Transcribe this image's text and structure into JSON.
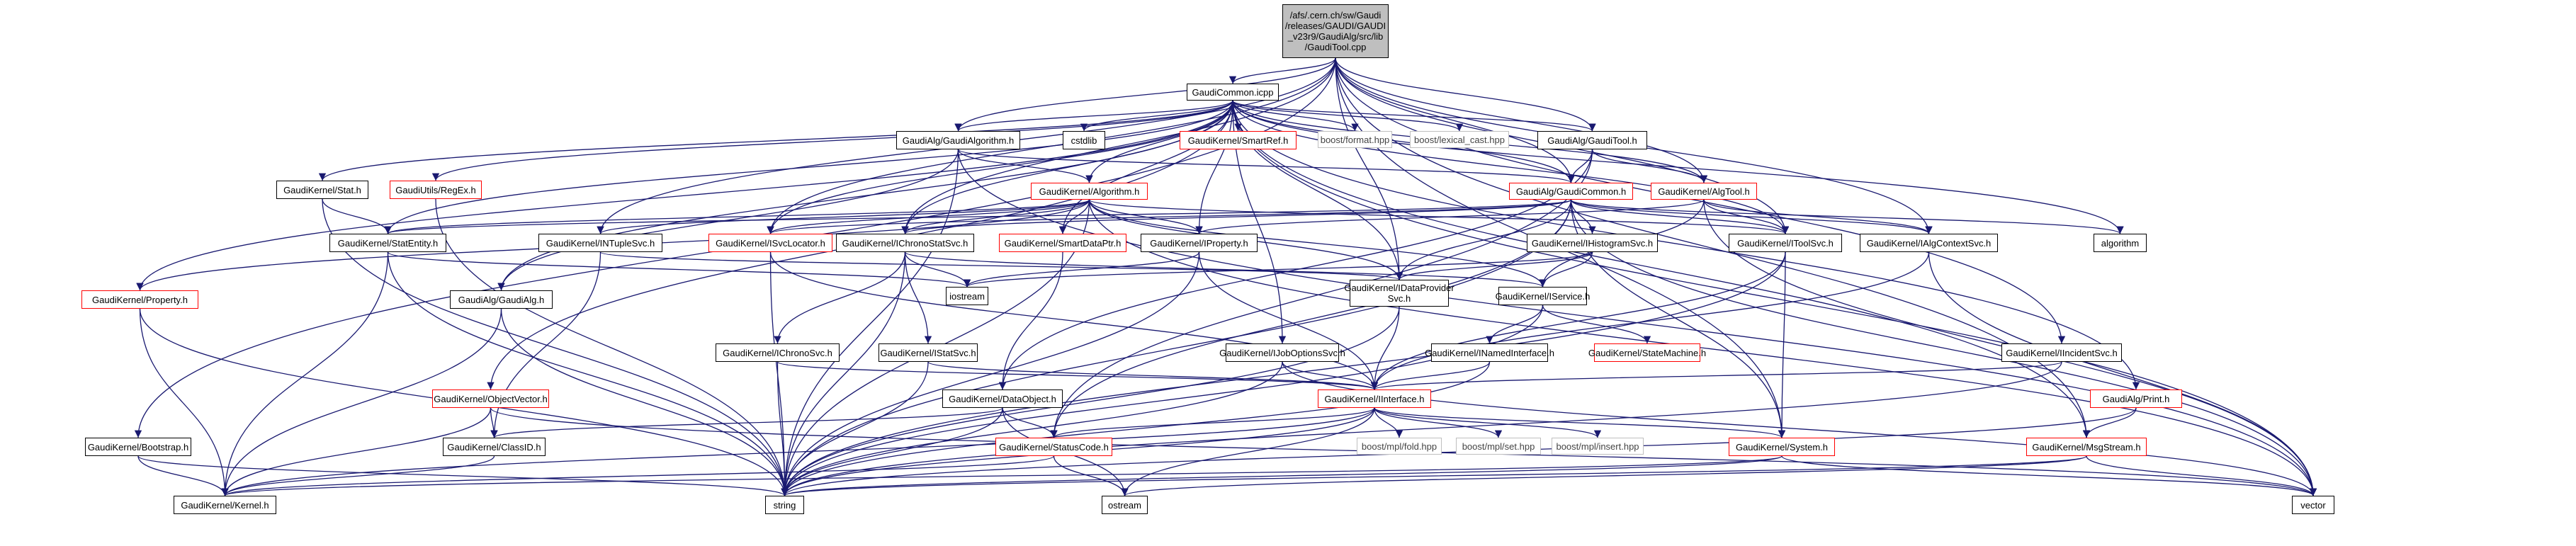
{
  "title": "GaudiTool.cpp include dependency graph",
  "edge_color": "#191970",
  "nodes": [
    {
      "id": "root",
      "label": "/afs/.cern.ch/sw/Gaudi\n/releases/GAUDI/GAUDI\n_v23r9/GaudiAlg/src/lib\n/GaudiTool.cpp",
      "style": "root"
    },
    {
      "id": "gcommon_icpp",
      "label": "GaudiCommon.icpp",
      "style": "black"
    },
    {
      "id": "galgorithm_h",
      "label": "GaudiAlg/GaudiAlgorithm.h",
      "style": "black"
    },
    {
      "id": "cstdlib",
      "label": "cstdlib",
      "style": "black"
    },
    {
      "id": "smartref",
      "label": "GaudiKernel/SmartRef.h",
      "style": "red"
    },
    {
      "id": "boost_format",
      "label": "boost/format.hpp",
      "style": "grey"
    },
    {
      "id": "boost_lexical",
      "label": "boost/lexical_cast.hpp",
      "style": "grey"
    },
    {
      "id": "gtool_h",
      "label": "GaudiAlg/GaudiTool.h",
      "style": "black"
    },
    {
      "id": "stat_h",
      "label": "GaudiKernel/Stat.h",
      "style": "black"
    },
    {
      "id": "regex_h",
      "label": "GaudiUtils/RegEx.h",
      "style": "red"
    },
    {
      "id": "algorithm_h",
      "label": "GaudiKernel/Algorithm.h",
      "style": "red"
    },
    {
      "id": "gaudicommon_h",
      "label": "GaudiAlg/GaudiCommon.h",
      "style": "red"
    },
    {
      "id": "algtool_h",
      "label": "GaudiKernel/AlgTool.h",
      "style": "red"
    },
    {
      "id": "statentity",
      "label": "GaudiKernel/StatEntity.h",
      "style": "black"
    },
    {
      "id": "intuplesvc",
      "label": "GaudiKernel/INTupleSvc.h",
      "style": "black"
    },
    {
      "id": "isvclocator",
      "label": "GaudiKernel/ISvcLocator.h",
      "style": "red"
    },
    {
      "id": "ichronostat",
      "label": "GaudiKernel/IChronoStatSvc.h",
      "style": "black"
    },
    {
      "id": "smartdataptr",
      "label": "GaudiKernel/SmartDataPtr.h",
      "style": "red"
    },
    {
      "id": "iproperty",
      "label": "GaudiKernel/IProperty.h",
      "style": "black"
    },
    {
      "id": "ihistogramsvc",
      "label": "GaudiKernel/IHistogramSvc.h",
      "style": "black"
    },
    {
      "id": "itoolsvc",
      "label": "GaudiKernel/IToolSvc.h",
      "style": "black"
    },
    {
      "id": "ialgcontext",
      "label": "GaudiKernel/IAlgContextSvc.h",
      "style": "black"
    },
    {
      "id": "algorithm",
      "label": "algorithm",
      "style": "black"
    },
    {
      "id": "property_h",
      "label": "GaudiKernel/Property.h",
      "style": "red"
    },
    {
      "id": "gaudialg_h",
      "label": "GaudiAlg/GaudiAlg.h",
      "style": "black"
    },
    {
      "id": "iostream",
      "label": "iostream",
      "style": "black"
    },
    {
      "id": "idataprovider",
      "label": "GaudiKernel/IDataProvider\nSvc.h",
      "style": "black"
    },
    {
      "id": "iservice",
      "label": "GaudiKernel/IService.h",
      "style": "black"
    },
    {
      "id": "ichronosvc",
      "label": "GaudiKernel/IChronoSvc.h",
      "style": "black"
    },
    {
      "id": "istatsvc",
      "label": "GaudiKernel/IStatSvc.h",
      "style": "black"
    },
    {
      "id": "ijoboptions",
      "label": "GaudiKernel/IJobOptionsSvc.h",
      "style": "black"
    },
    {
      "id": "inamedinterface",
      "label": "GaudiKernel/INamedInterface.h",
      "style": "black"
    },
    {
      "id": "statemachine",
      "label": "GaudiKernel/StateMachine.h",
      "style": "red"
    },
    {
      "id": "iincidentsvc",
      "label": "GaudiKernel/IIncidentSvc.h",
      "style": "black"
    },
    {
      "id": "objectvector",
      "label": "GaudiKernel/ObjectVector.h",
      "style": "red"
    },
    {
      "id": "dataobject",
      "label": "GaudiKernel/DataObject.h",
      "style": "black"
    },
    {
      "id": "iinterface",
      "label": "GaudiKernel/IInterface.h",
      "style": "red"
    },
    {
      "id": "print_h",
      "label": "GaudiAlg/Print.h",
      "style": "red"
    },
    {
      "id": "bootstrap",
      "label": "GaudiKernel/Bootstrap.h",
      "style": "black"
    },
    {
      "id": "classid",
      "label": "GaudiKernel/ClassID.h",
      "style": "black"
    },
    {
      "id": "statuscode",
      "label": "GaudiKernel/StatusCode.h",
      "style": "red"
    },
    {
      "id": "mpl_fold",
      "label": "boost/mpl/fold.hpp",
      "style": "grey"
    },
    {
      "id": "mpl_set",
      "label": "boost/mpl/set.hpp",
      "style": "grey"
    },
    {
      "id": "mpl_insert",
      "label": "boost/mpl/insert.hpp",
      "style": "grey"
    },
    {
      "id": "system_h",
      "label": "GaudiKernel/System.h",
      "style": "red"
    },
    {
      "id": "msgstream",
      "label": "GaudiKernel/MsgStream.h",
      "style": "red"
    },
    {
      "id": "kernel_h",
      "label": "GaudiKernel/Kernel.h",
      "style": "black"
    },
    {
      "id": "string",
      "label": "string",
      "style": "black"
    },
    {
      "id": "ostream",
      "label": "ostream",
      "style": "black"
    },
    {
      "id": "vector",
      "label": "vector",
      "style": "black"
    }
  ],
  "edges": [
    [
      "root",
      "gcommon_icpp"
    ],
    [
      "root",
      "galgorithm_h"
    ],
    [
      "root",
      "gtool_h"
    ],
    [
      "root",
      "gaudicommon_h"
    ],
    [
      "root",
      "algtool_h"
    ],
    [
      "root",
      "bootstrap"
    ],
    [
      "root",
      "isvclocator"
    ],
    [
      "root",
      "intuplesvc"
    ],
    [
      "root",
      "ichronostat"
    ],
    [
      "root",
      "ialgcontext"
    ],
    [
      "root",
      "itoolsvc"
    ],
    [
      "root",
      "idataprovider"
    ],
    [
      "root",
      "iincidentsvc"
    ],
    [
      "root",
      "msgstream"
    ],
    [
      "root",
      "system_h"
    ],
    [
      "gcommon_icpp",
      "galgorithm_h"
    ],
    [
      "gcommon_icpp",
      "cstdlib"
    ],
    [
      "gcommon_icpp",
      "smartref"
    ],
    [
      "gcommon_icpp",
      "boost_format"
    ],
    [
      "gcommon_icpp",
      "boost_lexical"
    ],
    [
      "gcommon_icpp",
      "gtool_h"
    ],
    [
      "gcommon_icpp",
      "stat_h"
    ],
    [
      "gcommon_icpp",
      "regex_h"
    ],
    [
      "gcommon_icpp",
      "algorithm_h"
    ],
    [
      "gcommon_icpp",
      "gaudicommon_h"
    ],
    [
      "gcommon_icpp",
      "algtool_h"
    ],
    [
      "gcommon_icpp",
      "statentity"
    ],
    [
      "gcommon_icpp",
      "property_h"
    ],
    [
      "gcommon_icpp",
      "iproperty"
    ],
    [
      "gcommon_icpp",
      "smartdataptr"
    ],
    [
      "gcommon_icpp",
      "ichronostat"
    ],
    [
      "gcommon_icpp",
      "itoolsvc"
    ],
    [
      "gcommon_icpp",
      "idataprovider"
    ],
    [
      "gcommon_icpp",
      "objectvector"
    ],
    [
      "gcommon_icpp",
      "ijoboptions"
    ],
    [
      "gcommon_icpp",
      "print_h"
    ],
    [
      "gcommon_icpp",
      "vector"
    ],
    [
      "gcommon_icpp",
      "algorithm"
    ],
    [
      "gcommon_icpp",
      "msgstream"
    ],
    [
      "gcommon_icpp",
      "isvclocator"
    ],
    [
      "gcommon_icpp",
      "gaudialg_h"
    ],
    [
      "galgorithm_h",
      "algorithm_h"
    ],
    [
      "galgorithm_h",
      "gaudicommon_h"
    ],
    [
      "galgorithm_h",
      "gaudialg_h"
    ],
    [
      "galgorithm_h",
      "string"
    ],
    [
      "galgorithm_h",
      "vector"
    ],
    [
      "gtool_h",
      "algtool_h"
    ],
    [
      "gtool_h",
      "gaudicommon_h"
    ],
    [
      "gtool_h",
      "dataobject"
    ],
    [
      "gtool_h",
      "statuscode"
    ],
    [
      "stat_h",
      "statentity"
    ],
    [
      "stat_h",
      "string"
    ],
    [
      "regex_h",
      "string"
    ],
    [
      "algorithm_h",
      "property_h"
    ],
    [
      "algorithm_h",
      "iproperty"
    ],
    [
      "algorithm_h",
      "isvclocator"
    ],
    [
      "algorithm_h",
      "ichronostat"
    ],
    [
      "algorithm_h",
      "smartdataptr"
    ],
    [
      "algorithm_h",
      "idataprovider"
    ],
    [
      "algorithm_h",
      "iservice"
    ],
    [
      "algorithm_h",
      "itoolsvc"
    ],
    [
      "algorithm_h",
      "string"
    ],
    [
      "algorithm_h",
      "vector"
    ],
    [
      "algorithm_h",
      "intuplesvc"
    ],
    [
      "algorithm_h",
      "statentity"
    ],
    [
      "gaudicommon_h",
      "statentity"
    ],
    [
      "gaudicommon_h",
      "ihistogramsvc"
    ],
    [
      "gaudicommon_h",
      "itoolsvc"
    ],
    [
      "gaudicommon_h",
      "ialgcontext"
    ],
    [
      "gaudicommon_h",
      "idataprovider"
    ],
    [
      "gaudicommon_h",
      "system_h"
    ],
    [
      "gaudicommon_h",
      "statuscode"
    ],
    [
      "gaudicommon_h",
      "algorithm"
    ],
    [
      "gaudicommon_h",
      "string"
    ],
    [
      "gaudicommon_h",
      "vector"
    ],
    [
      "gaudicommon_h",
      "isvclocator"
    ],
    [
      "gaudicommon_h",
      "ichronostat"
    ],
    [
      "algtool_h",
      "iservice"
    ],
    [
      "algtool_h",
      "itoolsvc"
    ],
    [
      "algtool_h",
      "ialgcontext"
    ],
    [
      "algtool_h",
      "vector"
    ],
    [
      "algtool_h",
      "iproperty"
    ],
    [
      "statentity",
      "iostream"
    ],
    [
      "statentity",
      "string"
    ],
    [
      "statentity",
      "kernel_h"
    ],
    [
      "intuplesvc",
      "idataprovider"
    ],
    [
      "intuplesvc",
      "classid"
    ],
    [
      "isvclocator",
      "iinterface"
    ],
    [
      "isvclocator",
      "string"
    ],
    [
      "ichronostat",
      "ichronosvc"
    ],
    [
      "ichronostat",
      "istatsvc"
    ],
    [
      "ichronostat",
      "iostream"
    ],
    [
      "ichronostat",
      "string"
    ],
    [
      "ichronostat",
      "iservice"
    ],
    [
      "smartdataptr",
      "dataobject"
    ],
    [
      "iproperty",
      "iinterface"
    ],
    [
      "iproperty",
      "iostream"
    ],
    [
      "iproperty",
      "string"
    ],
    [
      "ihistogramsvc",
      "idataprovider"
    ],
    [
      "ihistogramsvc",
      "iservice"
    ],
    [
      "ihistogramsvc",
      "iostream"
    ],
    [
      "itoolsvc",
      "iinterface"
    ],
    [
      "itoolsvc",
      "system_h"
    ],
    [
      "itoolsvc",
      "string"
    ],
    [
      "ialgcontext",
      "iinterface"
    ],
    [
      "ialgcontext",
      "vector"
    ],
    [
      "property_h",
      "kernel_h"
    ],
    [
      "property_h",
      "string"
    ],
    [
      "gaudialg_h",
      "kernel_h"
    ],
    [
      "gaudialg_h",
      "string"
    ],
    [
      "idataprovider",
      "iinterface"
    ],
    [
      "idataprovider",
      "string"
    ],
    [
      "iservice",
      "inamedinterface"
    ],
    [
      "iservice",
      "statemachine"
    ],
    [
      "iservice",
      "string"
    ],
    [
      "ichronosvc",
      "iinterface"
    ],
    [
      "ichronosvc",
      "string"
    ],
    [
      "istatsvc",
      "iinterface"
    ],
    [
      "istatsvc",
      "string"
    ],
    [
      "ijoboptions",
      "iinterface"
    ],
    [
      "ijoboptions",
      "string"
    ],
    [
      "ijoboptions",
      "vector"
    ],
    [
      "inamedinterface",
      "iinterface"
    ],
    [
      "inamedinterface",
      "string"
    ],
    [
      "iincidentsvc",
      "iinterface"
    ],
    [
      "iincidentsvc",
      "string"
    ],
    [
      "objectvector",
      "classid"
    ],
    [
      "objectvector",
      "kernel_h"
    ],
    [
      "objectvector",
      "vector"
    ],
    [
      "dataobject",
      "classid"
    ],
    [
      "dataobject",
      "statuscode"
    ],
    [
      "dataobject",
      "string"
    ],
    [
      "dataobject",
      "ostream"
    ],
    [
      "iinterface",
      "kernel_h"
    ],
    [
      "iinterface",
      "statuscode"
    ],
    [
      "iinterface",
      "mpl_fold"
    ],
    [
      "iinterface",
      "mpl_set"
    ],
    [
      "iinterface",
      "mpl_insert"
    ],
    [
      "iinterface",
      "system_h"
    ],
    [
      "iinterface",
      "string"
    ],
    [
      "iinterface",
      "ostream"
    ],
    [
      "print_h",
      "msgstream"
    ],
    [
      "print_h",
      "string"
    ],
    [
      "bootstrap",
      "kernel_h"
    ],
    [
      "bootstrap",
      "string"
    ],
    [
      "classid",
      "kernel_h"
    ],
    [
      "statuscode",
      "ostream"
    ],
    [
      "statuscode",
      "kernel_h"
    ],
    [
      "system_h",
      "kernel_h"
    ],
    [
      "system_h",
      "string"
    ],
    [
      "system_h",
      "vector"
    ],
    [
      "msgstream",
      "string"
    ],
    [
      "msgstream",
      "vector"
    ],
    [
      "msgstream",
      "ostream"
    ]
  ]
}
